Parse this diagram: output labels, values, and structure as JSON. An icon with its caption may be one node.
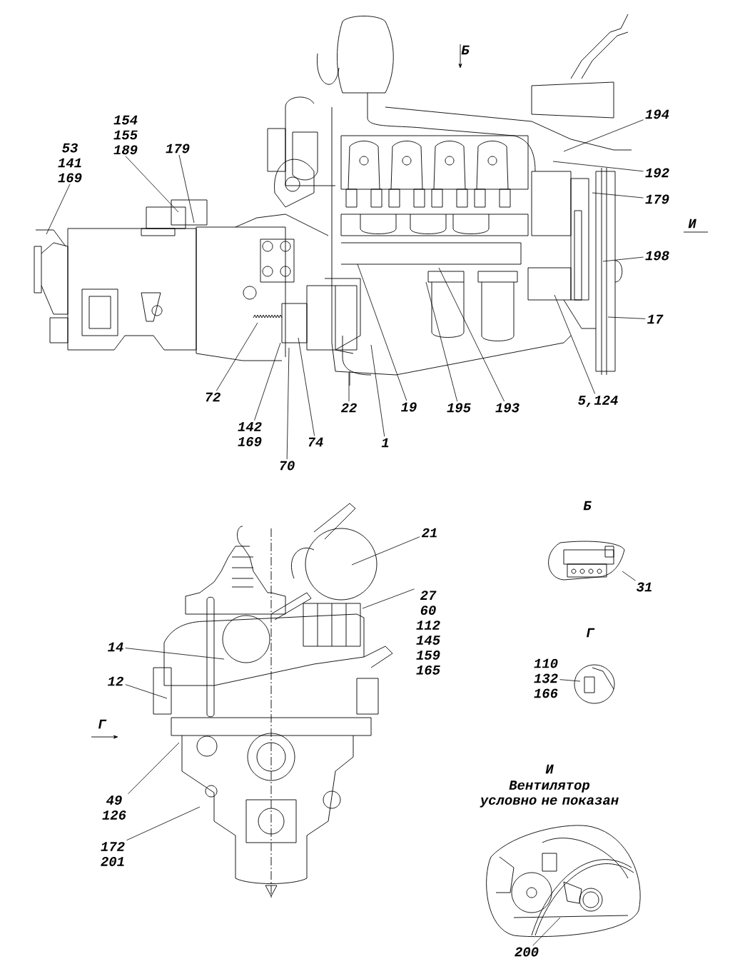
{
  "diagram": {
    "nodes": [
      {
        "text": [
          "194"
        ]
      },
      {
        "text": [
          "154",
          "155",
          "189"
        ]
      },
      {
        "text": [
          "179"
        ]
      },
      {
        "text": [
          "53",
          "141",
          "169"
        ]
      },
      {
        "text": [
          "192"
        ]
      },
      {
        "text": [
          "179"
        ]
      },
      {
        "text": [
          "198"
        ]
      },
      {
        "text": [
          "17"
        ]
      },
      {
        "text": [
          "72"
        ]
      },
      {
        "text": [
          "5,124"
        ]
      },
      {
        "text": [
          "19"
        ]
      },
      {
        "text": [
          "22"
        ]
      },
      {
        "text": [
          "195"
        ]
      },
      {
        "text": [
          "193"
        ]
      },
      {
        "text": [
          "142",
          "169"
        ]
      },
      {
        "text": [
          "74"
        ]
      },
      {
        "text": [
          "1"
        ]
      },
      {
        "text": [
          "70"
        ]
      },
      {
        "text": [
          "21"
        ]
      },
      {
        "text": [
          "31"
        ]
      },
      {
        "text": [
          "27",
          "60",
          "112",
          "145",
          "159",
          "165"
        ]
      },
      {
        "text": [
          "14"
        ]
      },
      {
        "text": [
          "110",
          "132",
          "166"
        ]
      },
      {
        "text": [
          "12"
        ]
      },
      {
        "text": [
          "49",
          "126"
        ]
      },
      {
        "text": [
          "172",
          "201"
        ]
      },
      {
        "text": [
          "200"
        ]
      }
    ],
    "edges": [
      {
        "from": 0,
        "to": null,
        "arrow": "none"
      },
      {
        "from": 1,
        "to": null,
        "arrow": "none"
      },
      {
        "from": 2,
        "to": null,
        "arrow": "none"
      },
      {
        "from": 3,
        "to": null,
        "arrow": "none"
      },
      {
        "from": 4,
        "to": null,
        "arrow": "none"
      },
      {
        "from": 5,
        "to": null,
        "arrow": "none"
      },
      {
        "from": 6,
        "to": null,
        "arrow": "none"
      },
      {
        "from": 7,
        "to": null,
        "arrow": "none"
      },
      {
        "from": 8,
        "to": null,
        "arrow": "none"
      },
      {
        "from": 9,
        "to": null,
        "arrow": "none"
      },
      {
        "from": 10,
        "to": null,
        "arrow": "none"
      },
      {
        "from": 11,
        "to": null,
        "arrow": "none"
      },
      {
        "from": 12,
        "to": null,
        "arrow": "none"
      },
      {
        "from": 13,
        "to": null,
        "arrow": "none"
      },
      {
        "from": 14,
        "to": null,
        "arrow": "none"
      },
      {
        "from": 15,
        "to": null,
        "arrow": "none"
      },
      {
        "from": 16,
        "to": null,
        "arrow": "none"
      },
      {
        "from": 17,
        "to": null,
        "arrow": "none"
      },
      {
        "from": 18,
        "to": null,
        "arrow": "none"
      },
      {
        "from": 19,
        "to": null,
        "arrow": "none"
      },
      {
        "from": 20,
        "to": null,
        "arrow": "none"
      },
      {
        "from": 21,
        "to": null,
        "arrow": "none"
      },
      {
        "from": 22,
        "to": null,
        "arrow": "none"
      },
      {
        "from": 23,
        "to": null,
        "arrow": "none"
      },
      {
        "from": 24,
        "to": null,
        "arrow": "none"
      },
      {
        "from": 25,
        "to": null,
        "arrow": "none"
      },
      {
        "from": 26,
        "to": null,
        "arrow": "none"
      }
    ],
    "labels": [
      "Б",
      "И",
      "Б",
      "Г",
      "Г",
      "И",
      "Вентилятор условно не показан"
    ]
  }
}
